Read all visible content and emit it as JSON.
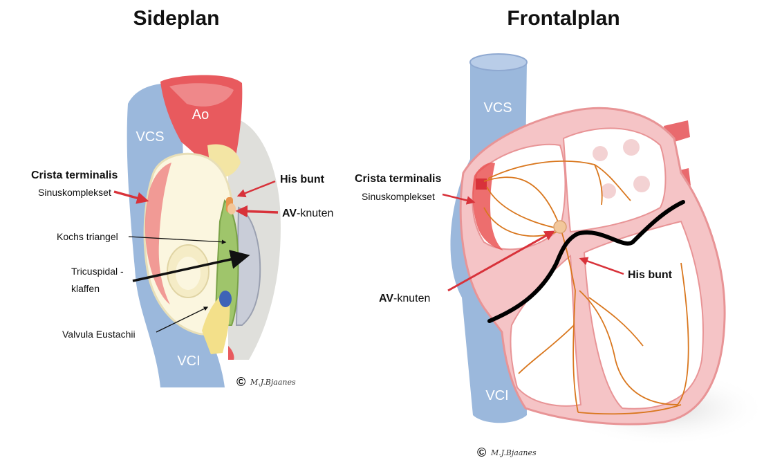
{
  "colors": {
    "vein_blue": "#9bb8dc",
    "vein_blue_dark": "#7f9fcc",
    "aorta_red": "#e85a5e",
    "heart_pink": "#f5c4c6",
    "heart_outline": "#e89496",
    "conduction_orange": "#d9771e",
    "av_node": "#f2c79b",
    "arrow_red": "#d8323a",
    "septal_line": "#000000",
    "koch_green": "#9fc56b",
    "valve_yellow": "#f3e5a4"
  },
  "left_panel": {
    "title": "Sideplan",
    "labels": {
      "ao": "Ao",
      "vcs": "VCS",
      "vci": "VCI",
      "crista_terminalis": "Crista terminalis",
      "sinuskomplekset": "Sinuskomplekset",
      "his_bunt": "His bunt",
      "av_bold": "AV",
      "av_rest": "-knuten",
      "kochs_triangel": "Kochs triangel",
      "tricuspidal_line1": "Tricuspidal -",
      "tricuspidal_line2": "klaffen",
      "valvula_eustachii": "Valvula Eustachii"
    },
    "copyright": {
      "symbol": "©",
      "signature": "M.J.Bjaanes"
    }
  },
  "right_panel": {
    "title": "Frontalplan",
    "labels": {
      "vcs": "VCS",
      "vci": "VCI",
      "crista_terminalis": "Crista terminalis",
      "sinuskomplekset": "Sinuskomplekset",
      "his_bunt": "His bunt",
      "av_bold": "AV",
      "av_rest": "-knuten"
    },
    "copyright": {
      "symbol": "©",
      "signature": "M.J.Bjaanes"
    }
  }
}
